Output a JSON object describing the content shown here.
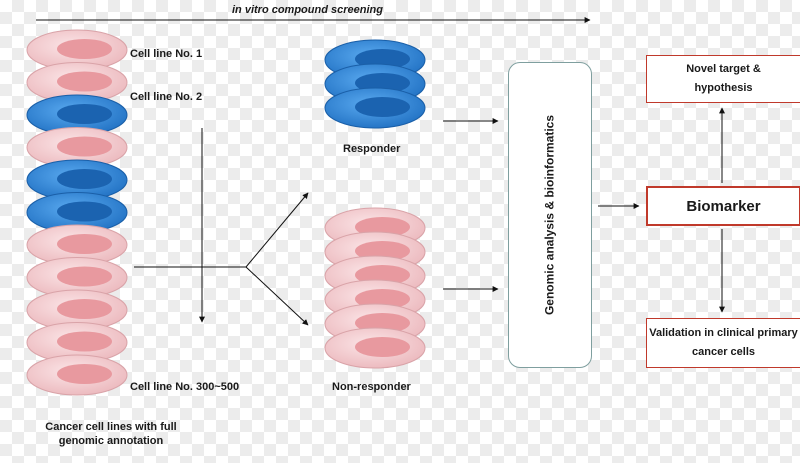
{
  "header": {
    "screening": "in vitro compound screening"
  },
  "left": {
    "cell_line_1": "Cell line No. 1",
    "cell_line_2": "Cell line No. 2",
    "cell_line_last": "Cell line No. 300~500",
    "caption": "Cancer cell lines with full genomic annotation"
  },
  "middle": {
    "responder": "Responder",
    "non_responder": "Non-responder"
  },
  "genomic": {
    "label": "Genomic analysis & bioinformatics"
  },
  "right": {
    "novel_target": "Novel target & hypothesis",
    "biomarker": "Biomarker",
    "validation": "Validation in clinical primary cancer cells"
  },
  "colors": {
    "pink_cell": "#f3c9cc",
    "pink_nucleus": "#e8999f",
    "blue_cell": "#2f86d6",
    "blue_nucleus": "#1b63b0",
    "box_border": "#c0392b",
    "genomic_border": "#7f9f9f"
  },
  "stack_left": [
    "pink",
    "pink",
    "blue",
    "pink",
    "blue",
    "blue",
    "pink",
    "pink",
    "pink",
    "pink",
    "pink"
  ],
  "stack_responder": [
    "blue",
    "blue",
    "blue"
  ],
  "stack_nonresponder": [
    "pink",
    "pink",
    "pink",
    "pink",
    "pink",
    "pink"
  ]
}
